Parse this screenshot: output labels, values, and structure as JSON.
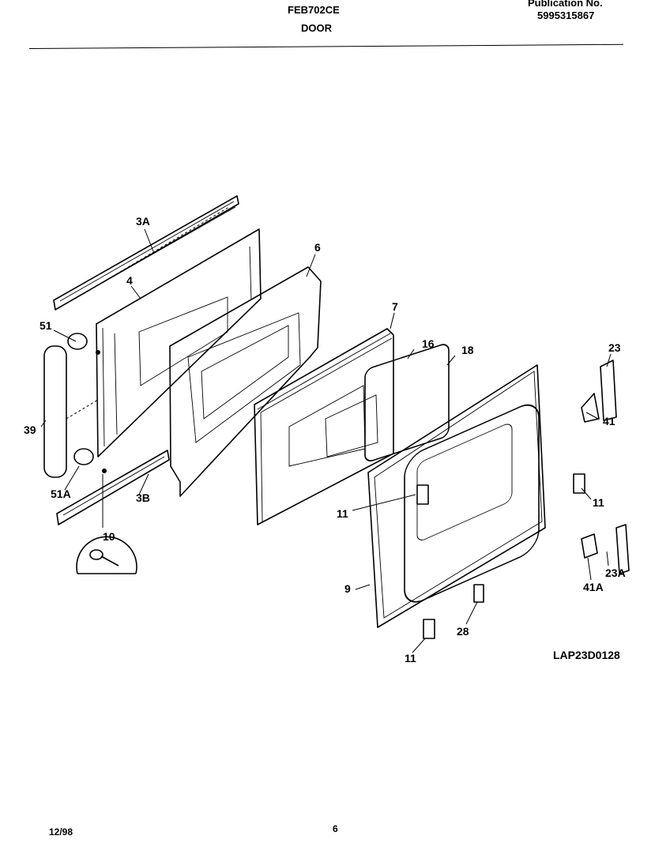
{
  "header": {
    "model": "FEB702CE",
    "section": "DOOR",
    "publication_label": "Publication No.",
    "publication_number": "5995315867"
  },
  "parts": {
    "p3A": "3A",
    "p4": "4",
    "p6": "6",
    "p7": "7",
    "p51": "51",
    "p16": "16",
    "p18": "18",
    "p23": "23",
    "p39": "39",
    "p41": "41",
    "p51A": "51A",
    "p3B": "3B",
    "p11a": "11",
    "p11b": "11",
    "p10": "10",
    "p23A": "23A",
    "p9": "9",
    "p41A": "41A",
    "p28": "28",
    "p11c": "11"
  },
  "drawing_code": "LAP23D0128",
  "footer": {
    "date": "12/98",
    "page": "6"
  }
}
